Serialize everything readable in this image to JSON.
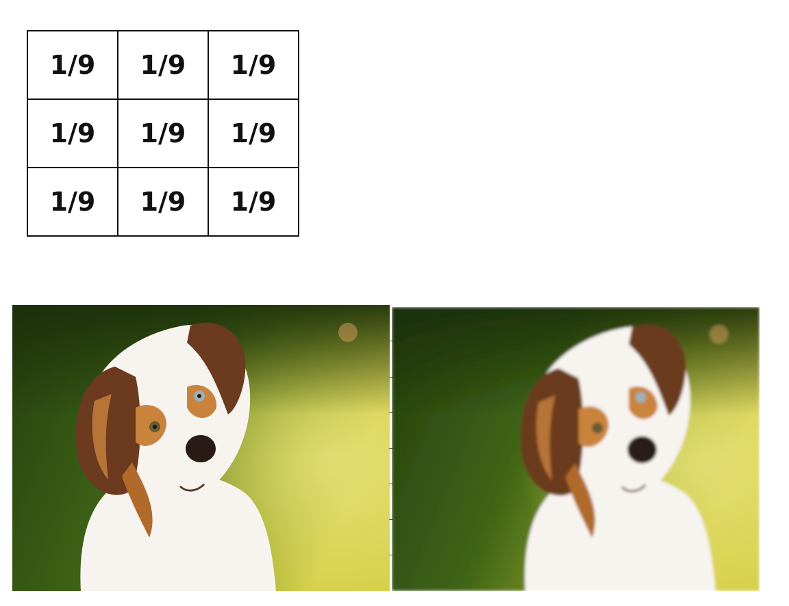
{
  "kernel": {
    "rows": [
      [
        "1/9",
        "1/9",
        "1/9"
      ],
      [
        "1/9",
        "1/9",
        "1/9"
      ],
      [
        "1/9",
        "1/9",
        "1/9"
      ]
    ]
  },
  "images": {
    "left": {
      "subject": "dog-photo-original"
    },
    "right": {
      "subject": "dog-photo-blurred"
    }
  },
  "colors": {
    "grass_dark": "#2f4d12",
    "grass_light": "#b9c43a",
    "fur_white": "#f7f3ee",
    "fur_brown": "#6b3a1f",
    "fur_tan": "#c9833d"
  }
}
